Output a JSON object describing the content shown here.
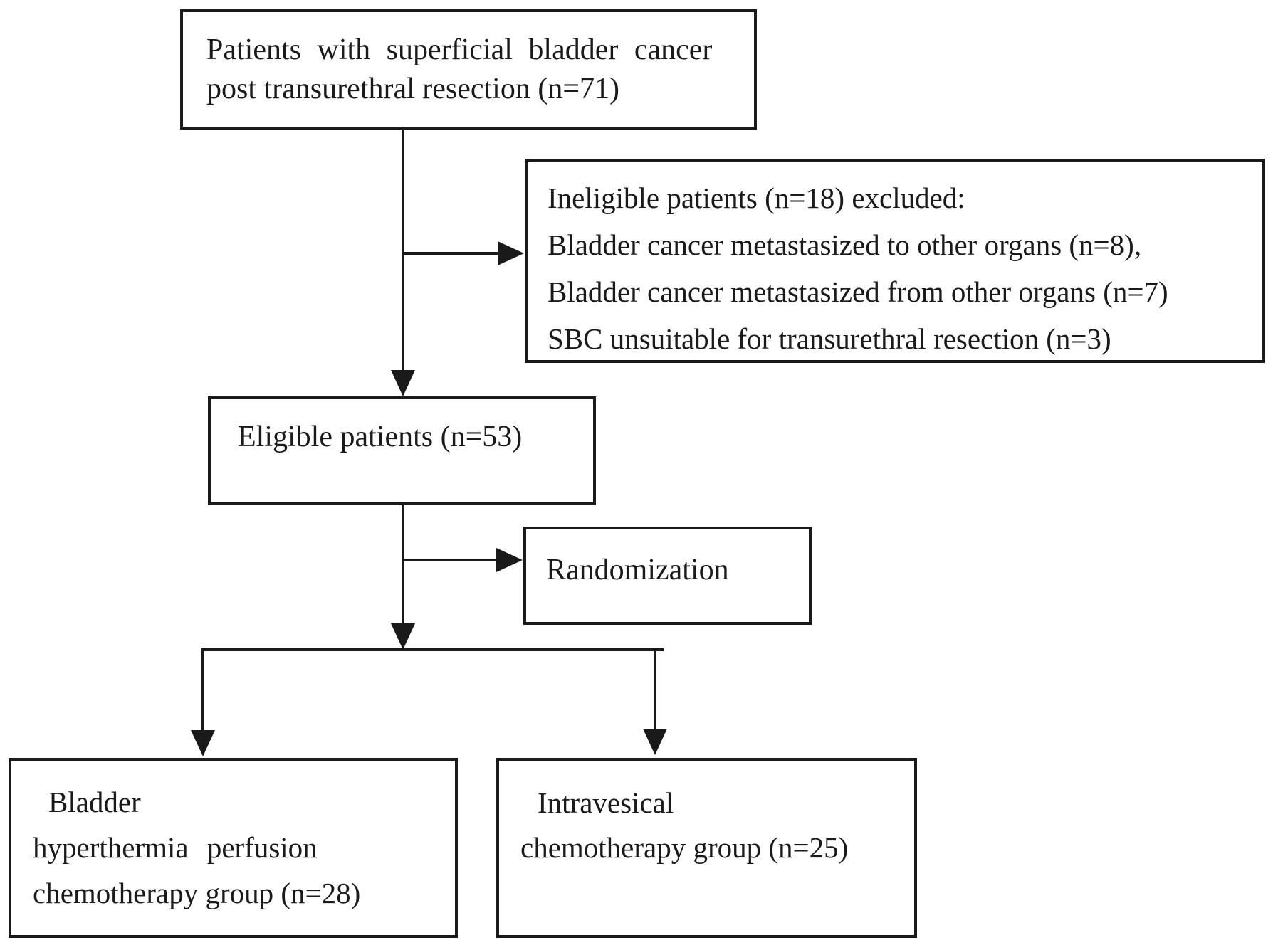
{
  "colors": {
    "ink": "#1a1a1a",
    "background": "#ffffff"
  },
  "diagram": {
    "top_box": {
      "lines": [
        "Patients with superficial bladder cancer",
        "post transurethral resection (n=71)"
      ]
    },
    "exclusion_box": {
      "lines": [
        "Ineligible patients (n=18) excluded:",
        "Bladder cancer metastasized to other organs (n=8),",
        "Bladder cancer metastasized from other organs (n=7)",
        "SBC unsuitable for transurethral resection (n=3)"
      ]
    },
    "eligible_box": {
      "label": "Eligible patients (n=53)"
    },
    "randomization_box": {
      "label": "Randomization"
    },
    "left_group_box": {
      "lines": [
        "Bladder",
        "hyperthermia perfusion",
        "chemotherapy group (n=28)"
      ]
    },
    "right_group_box": {
      "lines": [
        "Intravesical",
        "chemotherapy group (n=25)"
      ]
    }
  }
}
